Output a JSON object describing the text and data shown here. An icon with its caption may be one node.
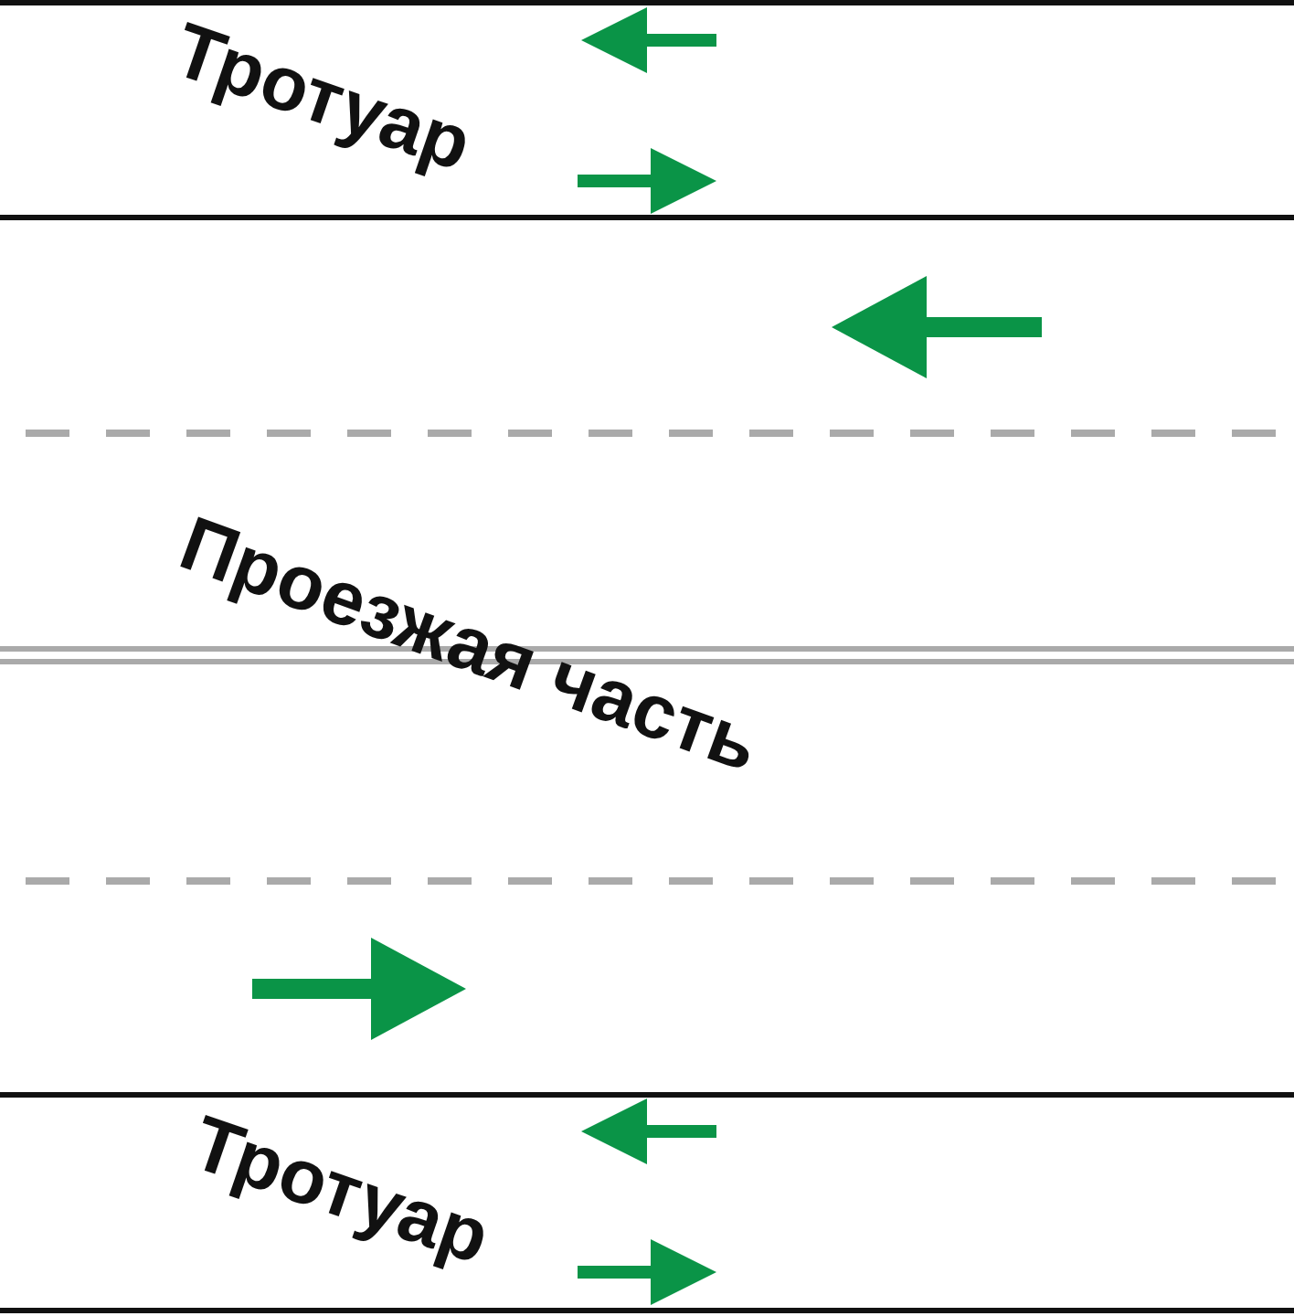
{
  "diagram": {
    "labels": [
      "Тротуар",
      "Проезжая часть",
      "Тротуар"
    ]
  }
}
